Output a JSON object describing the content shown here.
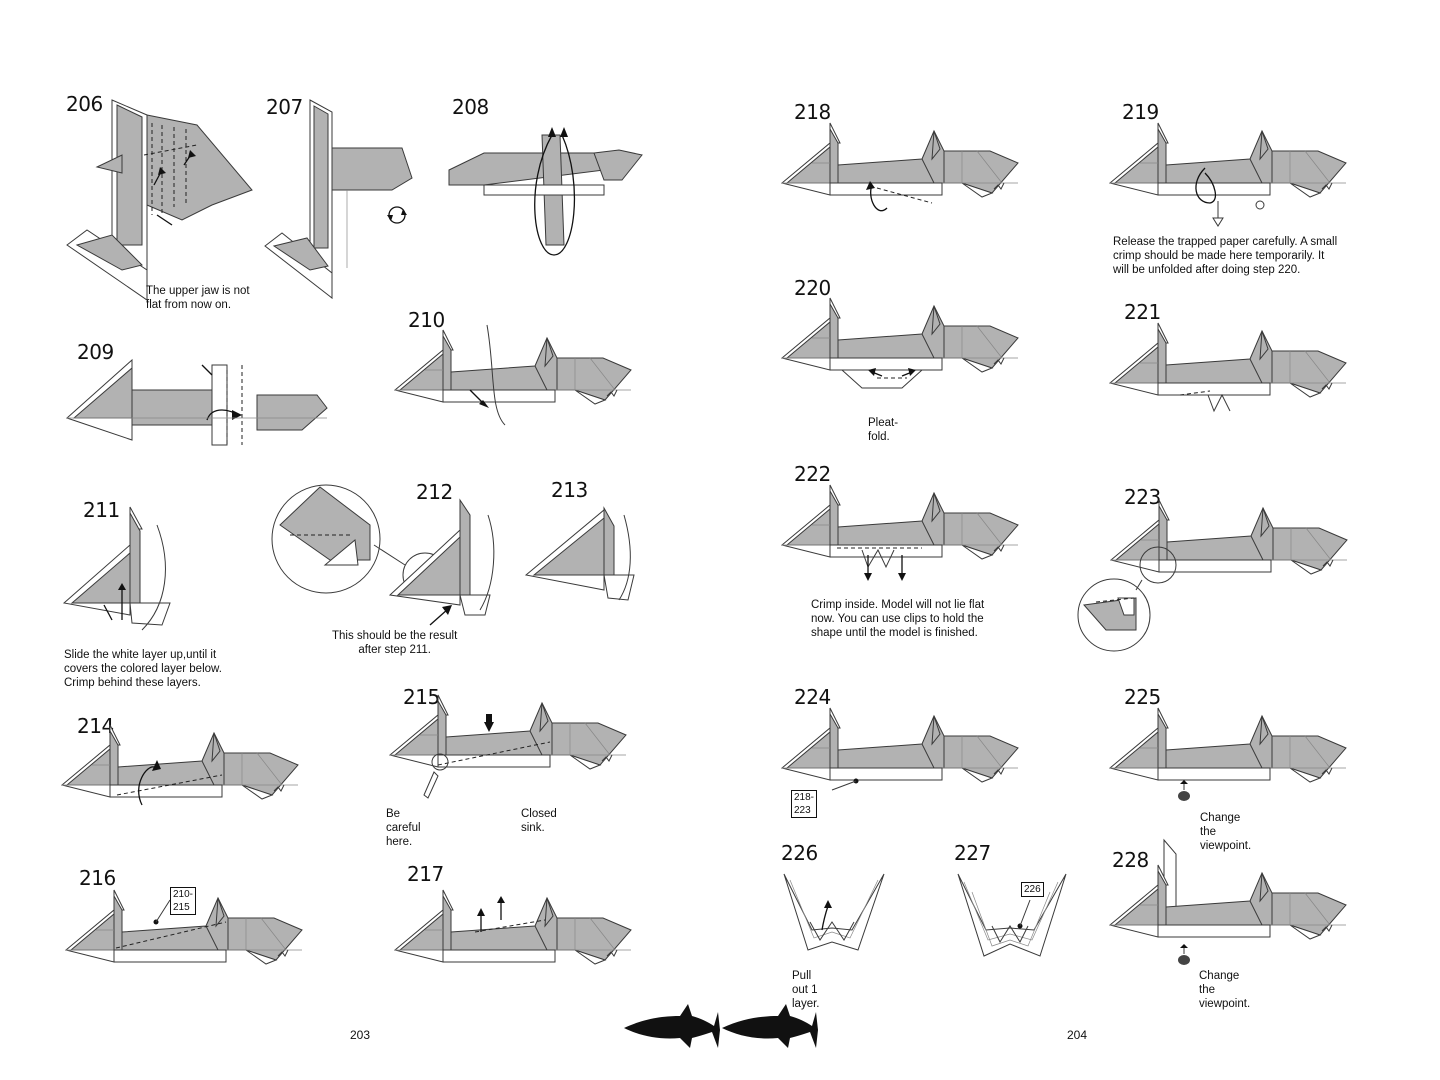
{
  "pages": {
    "left": {
      "page_number": "203",
      "steps": [
        {
          "number": "206",
          "caption": "The upper jaw is not\nflat from now on."
        },
        {
          "number": "207",
          "caption": ""
        },
        {
          "number": "208",
          "caption": ""
        },
        {
          "number": "209",
          "caption": ""
        },
        {
          "number": "210",
          "caption": ""
        },
        {
          "number": "211",
          "caption": "Slide the white layer up,until it\ncovers the colored layer below.\nCrimp behind these layers."
        },
        {
          "number": "212",
          "caption": "This should be the result\nafter step 211."
        },
        {
          "number": "213",
          "caption": ""
        },
        {
          "number": "214",
          "caption": ""
        },
        {
          "number": "215",
          "caption_left": "Be careful here.",
          "caption_right": "Closed sink."
        },
        {
          "number": "216",
          "reference": "210-215"
        },
        {
          "number": "217",
          "caption": ""
        }
      ]
    },
    "right": {
      "page_number": "204",
      "steps": [
        {
          "number": "218",
          "caption": ""
        },
        {
          "number": "219",
          "caption": "Release the trapped paper carefully. A small\ncrimp should be made here temporarily. It\nwill be unfolded after doing step 220."
        },
        {
          "number": "220",
          "caption": "Pleat-fold."
        },
        {
          "number": "221",
          "caption": ""
        },
        {
          "number": "222",
          "caption": "Crimp inside. Model will not lie flat\nnow. You can use clips to hold the\nshape until the model is finished."
        },
        {
          "number": "223",
          "caption": ""
        },
        {
          "number": "224",
          "reference": "218-223"
        },
        {
          "number": "225",
          "caption": "Change the viewpoint."
        },
        {
          "number": "226",
          "caption": "Pull out 1 layer."
        },
        {
          "number": "227",
          "reference": "226"
        },
        {
          "number": "228",
          "caption": "Change the viewpoint."
        }
      ]
    }
  },
  "footer_icon": "shark-silhouettes-icon",
  "colors": {
    "paper_gray": "#b2b2b2",
    "line": "#3a3a3a",
    "ink": "#111111"
  }
}
